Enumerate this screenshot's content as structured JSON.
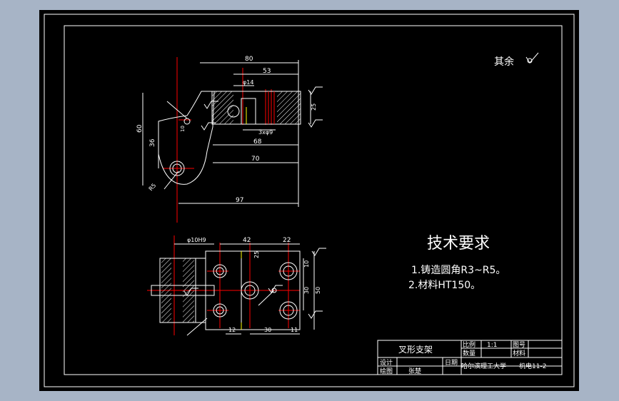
{
  "tech": {
    "heading": "技术要求",
    "item1": "1.铸造圆角R3~R5。",
    "item2": "2.材料HT150。"
  },
  "roughness": {
    "label": "其余"
  },
  "title_block": {
    "part_name": "叉形支架",
    "scale_label": "比例",
    "scale_value": "1:1",
    "drawing_no_label": "图号",
    "quantity_label": "数量",
    "material_label": "材料",
    "design_label": "设计",
    "drawn_label": "绘图",
    "drawn_name": "张楚",
    "date_label": "日期",
    "school": "哈尔滨理工大学",
    "class_name": "机电11-2"
  },
  "dims": {
    "d80": "80",
    "d53": "53",
    "d14": "φ14",
    "d25r": "25",
    "d3x9": "3xφ9",
    "d68": "68",
    "d70": "70",
    "d97": "97",
    "d60": "60",
    "d36": "36",
    "d10a": "10",
    "dR5": "R5",
    "d10H9": "φ10H9",
    "d42": "42",
    "d22": "22",
    "d10b": "10",
    "d30v": "30",
    "d50": "50",
    "d25b": "25",
    "d12": "12",
    "d30h": "30",
    "d11": "11"
  },
  "colors": {
    "background": "#000000",
    "line": "#ffffff",
    "center": "#ff0000",
    "highlight": "#ffff00",
    "border": "#a7b4c6"
  }
}
